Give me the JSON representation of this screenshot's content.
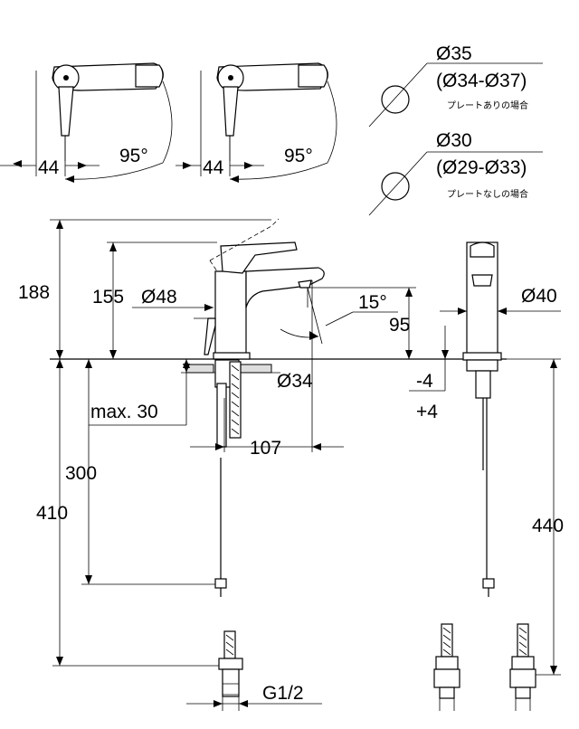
{
  "labels": {
    "top_left_44": "44",
    "top_left_95": "95°",
    "top_mid_44": "44",
    "top_mid_95": "95°",
    "hole1_dia": "Ø35",
    "hole1_range": "(Ø34-Ø37)",
    "hole1_note": "プレートありの場合",
    "hole2_dia": "Ø30",
    "hole2_range": "(Ø29-Ø33)",
    "hole2_note": "プレートなしの場合",
    "h188": "188",
    "h155": "155",
    "d48": "Ø48",
    "angle15": "15°",
    "h95": "95",
    "d40": "Ø40",
    "d34": "Ø34",
    "minus4": "-4",
    "plus4": "+4",
    "max30": "max. 30",
    "w107": "107",
    "h300": "300",
    "h410": "410",
    "h440": "440",
    "thread": "G1/2"
  }
}
